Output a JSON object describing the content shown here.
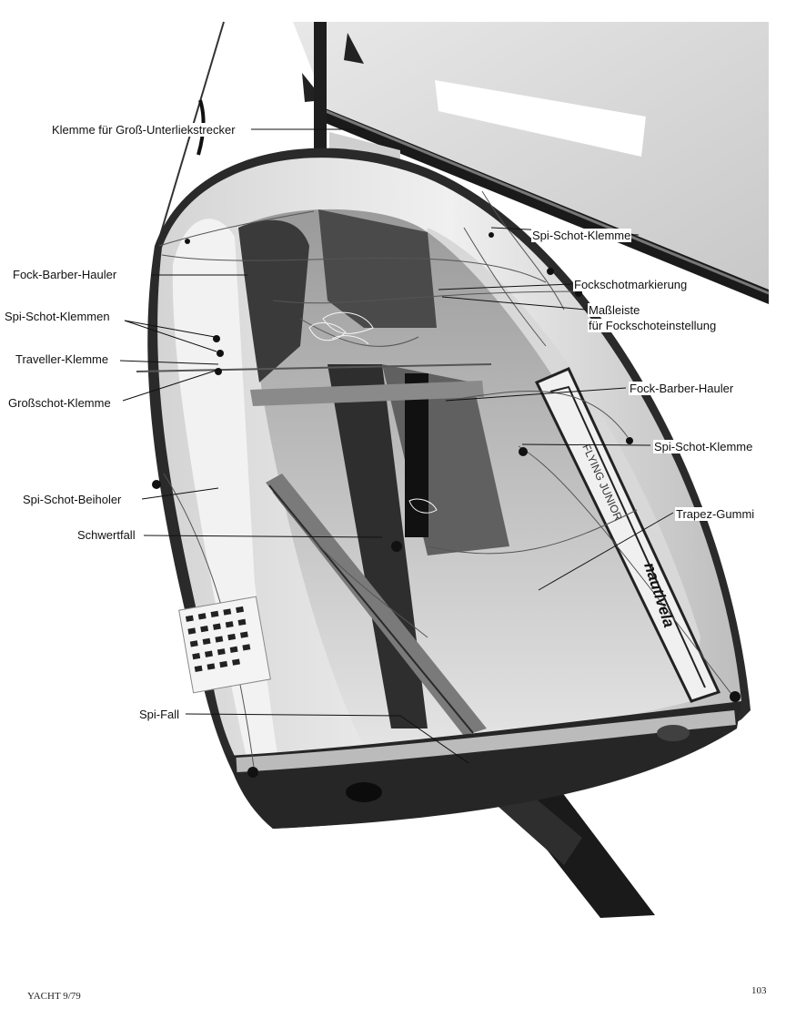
{
  "labels": {
    "klemme_gross_unterliekstrecker": "Klemme für Groß-Unterliekstrecker",
    "spi_schot_klemme_top": "Spi-Schot-Klemme",
    "fock_barber_hauler_left": "Fock-Barber-Hauler",
    "fockschotmarkierung": "Fockschotmarkierung",
    "massleiste_line1": "Maßleiste",
    "massleiste_line2": "für Fockschoteinstellung",
    "spi_schot_klemmen": "Spi-Schot-Klemmen",
    "traveller_klemme": "Traveller-Klemme",
    "grossschot_klemme": "Großschot-Klemme",
    "fock_barber_hauler_right": "Fock-Barber-Hauler",
    "spi_schot_klemme_right": "Spi-Schot-Klemme",
    "spi_schot_beiholer": "Spi-Schot-Beiholer",
    "trapez_gummi": "Trapez-Gummi",
    "schwertfall": "Schwertfall",
    "spi_fall": "Spi-Fall"
  },
  "hull_text": {
    "brand": "nautivela",
    "model": "FLYING JUNIOR"
  },
  "footer": {
    "magazine": "YACHT 9/79",
    "page_number": "103"
  },
  "colors": {
    "ink": "#111111",
    "hull_light": "#e6e6e6",
    "hull_shadow": "#2a2a2a",
    "sail": "#dcdcdc"
  }
}
